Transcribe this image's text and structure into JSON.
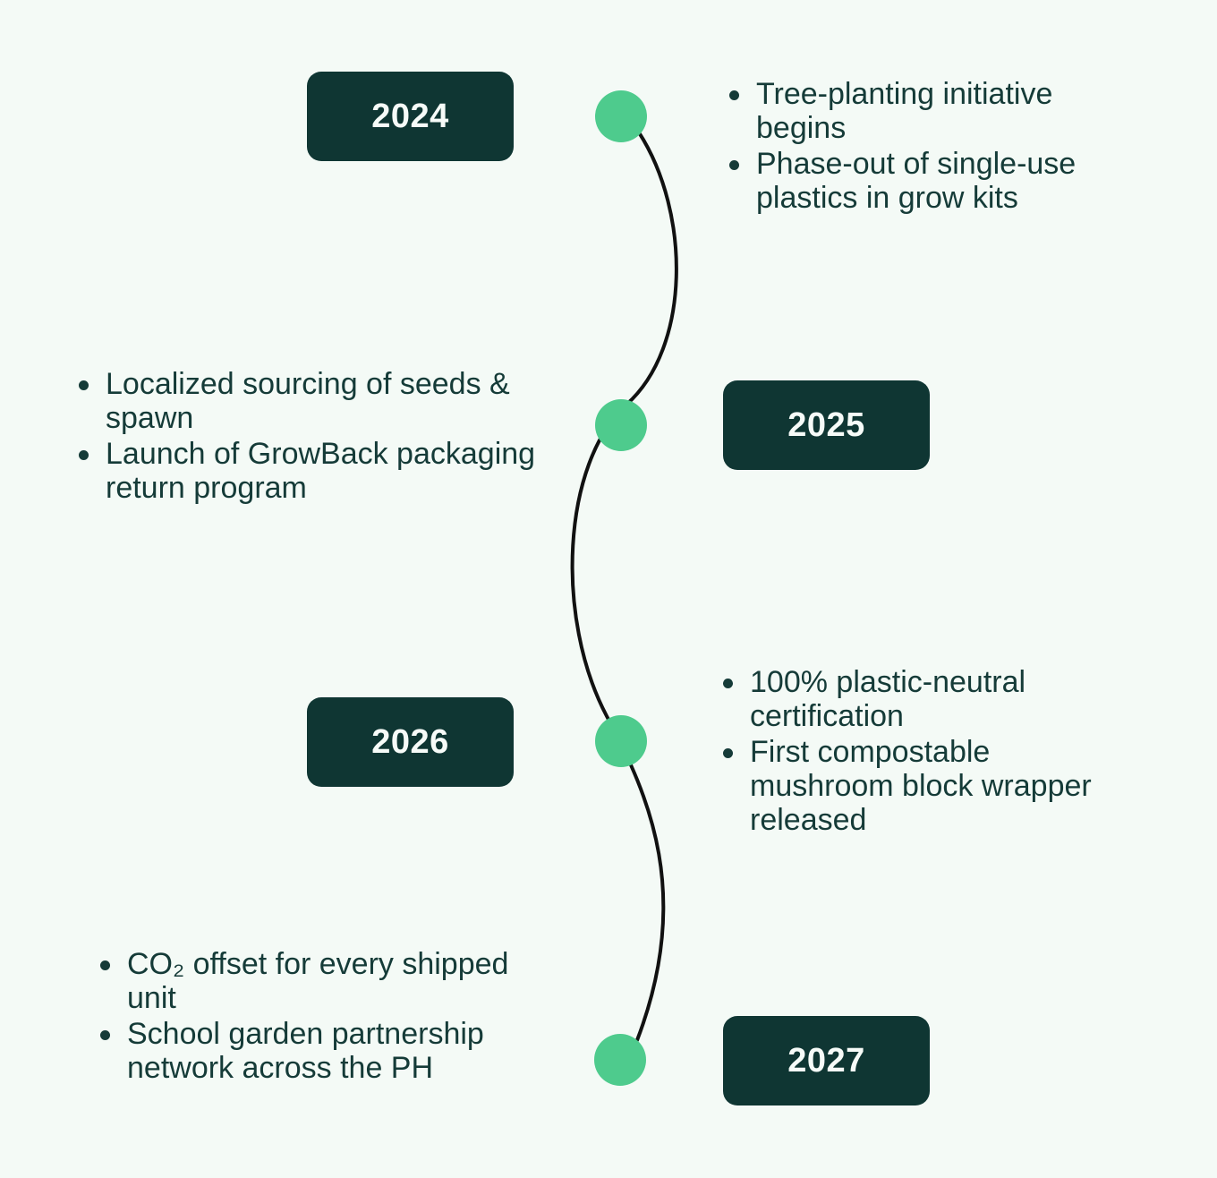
{
  "theme": {
    "background": "#f4faf6",
    "badge_fill": "#0f3633",
    "badge_text": "#f6fbf8",
    "node_green": "#4ecb8d",
    "body_text": "#153b38",
    "connector_line": "#111111"
  },
  "timeline": {
    "milestones": [
      {
        "year": "2024",
        "side": "left",
        "bullets": [
          "Tree-planting initiative begins",
          "Phase-out of single-use plastics in grow kits"
        ]
      },
      {
        "year": "2025",
        "side": "right",
        "bullets": [
          "Localized sourcing of seeds & spawn",
          "Launch of GrowBack packaging return program"
        ]
      },
      {
        "year": "2026",
        "side": "left",
        "bullets": [
          "100% plastic-neutral certification",
          "First compostable mushroom block wrapper released"
        ]
      },
      {
        "year": "2027",
        "side": "right",
        "bullets": [
          "CO₂ offset for every shipped unit",
          "School garden partnership network across the PH"
        ]
      }
    ]
  }
}
